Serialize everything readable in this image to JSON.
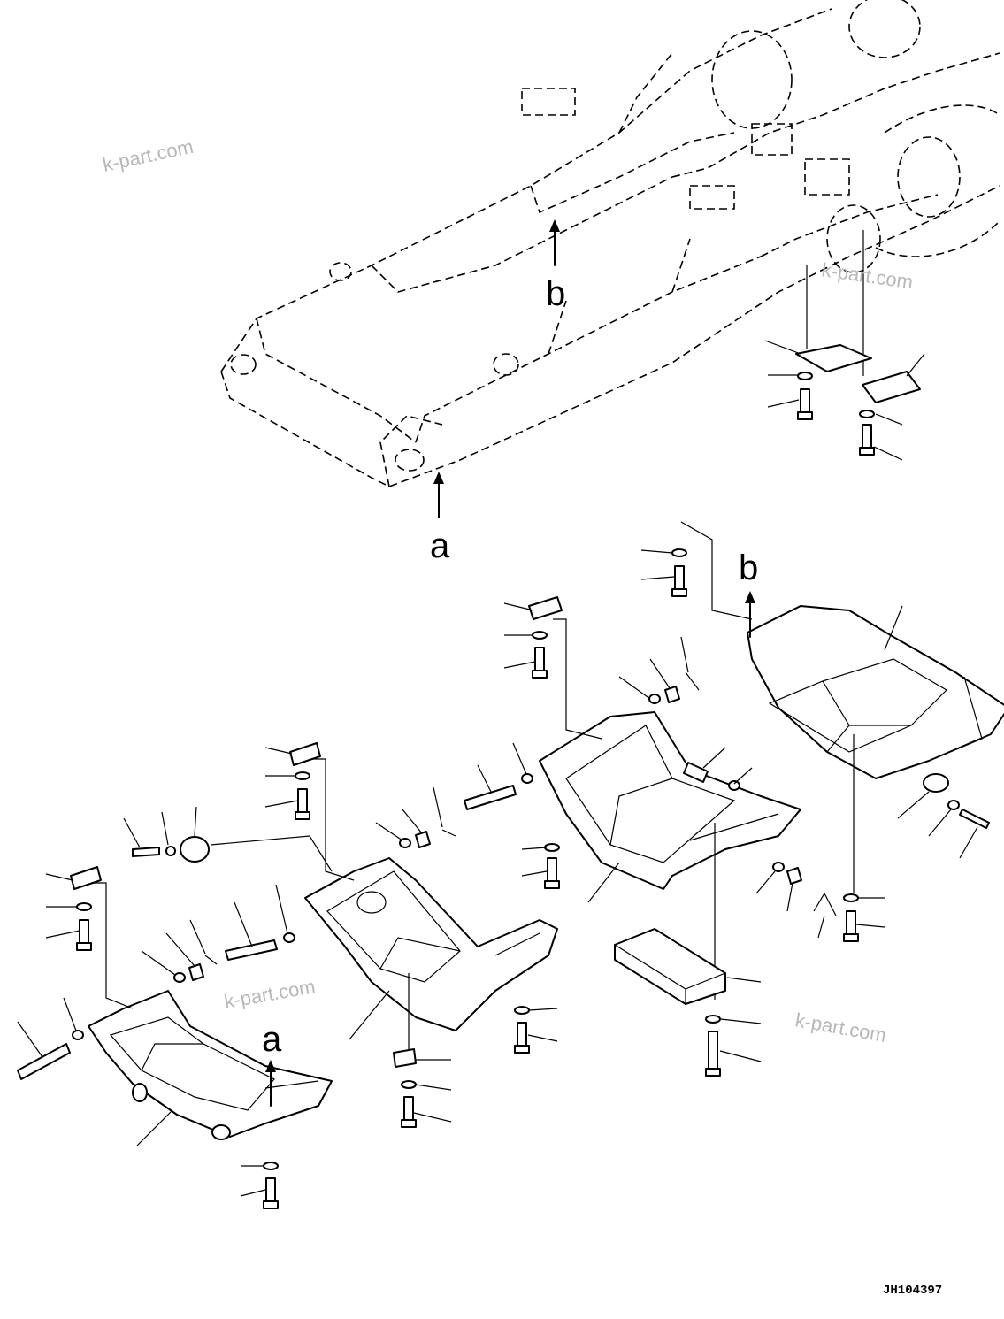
{
  "callouts": {
    "a_upper": "a",
    "b_upper": "b",
    "a_lower": "a",
    "b_lower": "b"
  },
  "watermarks": [
    "k-part.com",
    "k-part.com",
    "k-part.com",
    "k-part.com"
  ],
  "drawing_number": "JH104397"
}
